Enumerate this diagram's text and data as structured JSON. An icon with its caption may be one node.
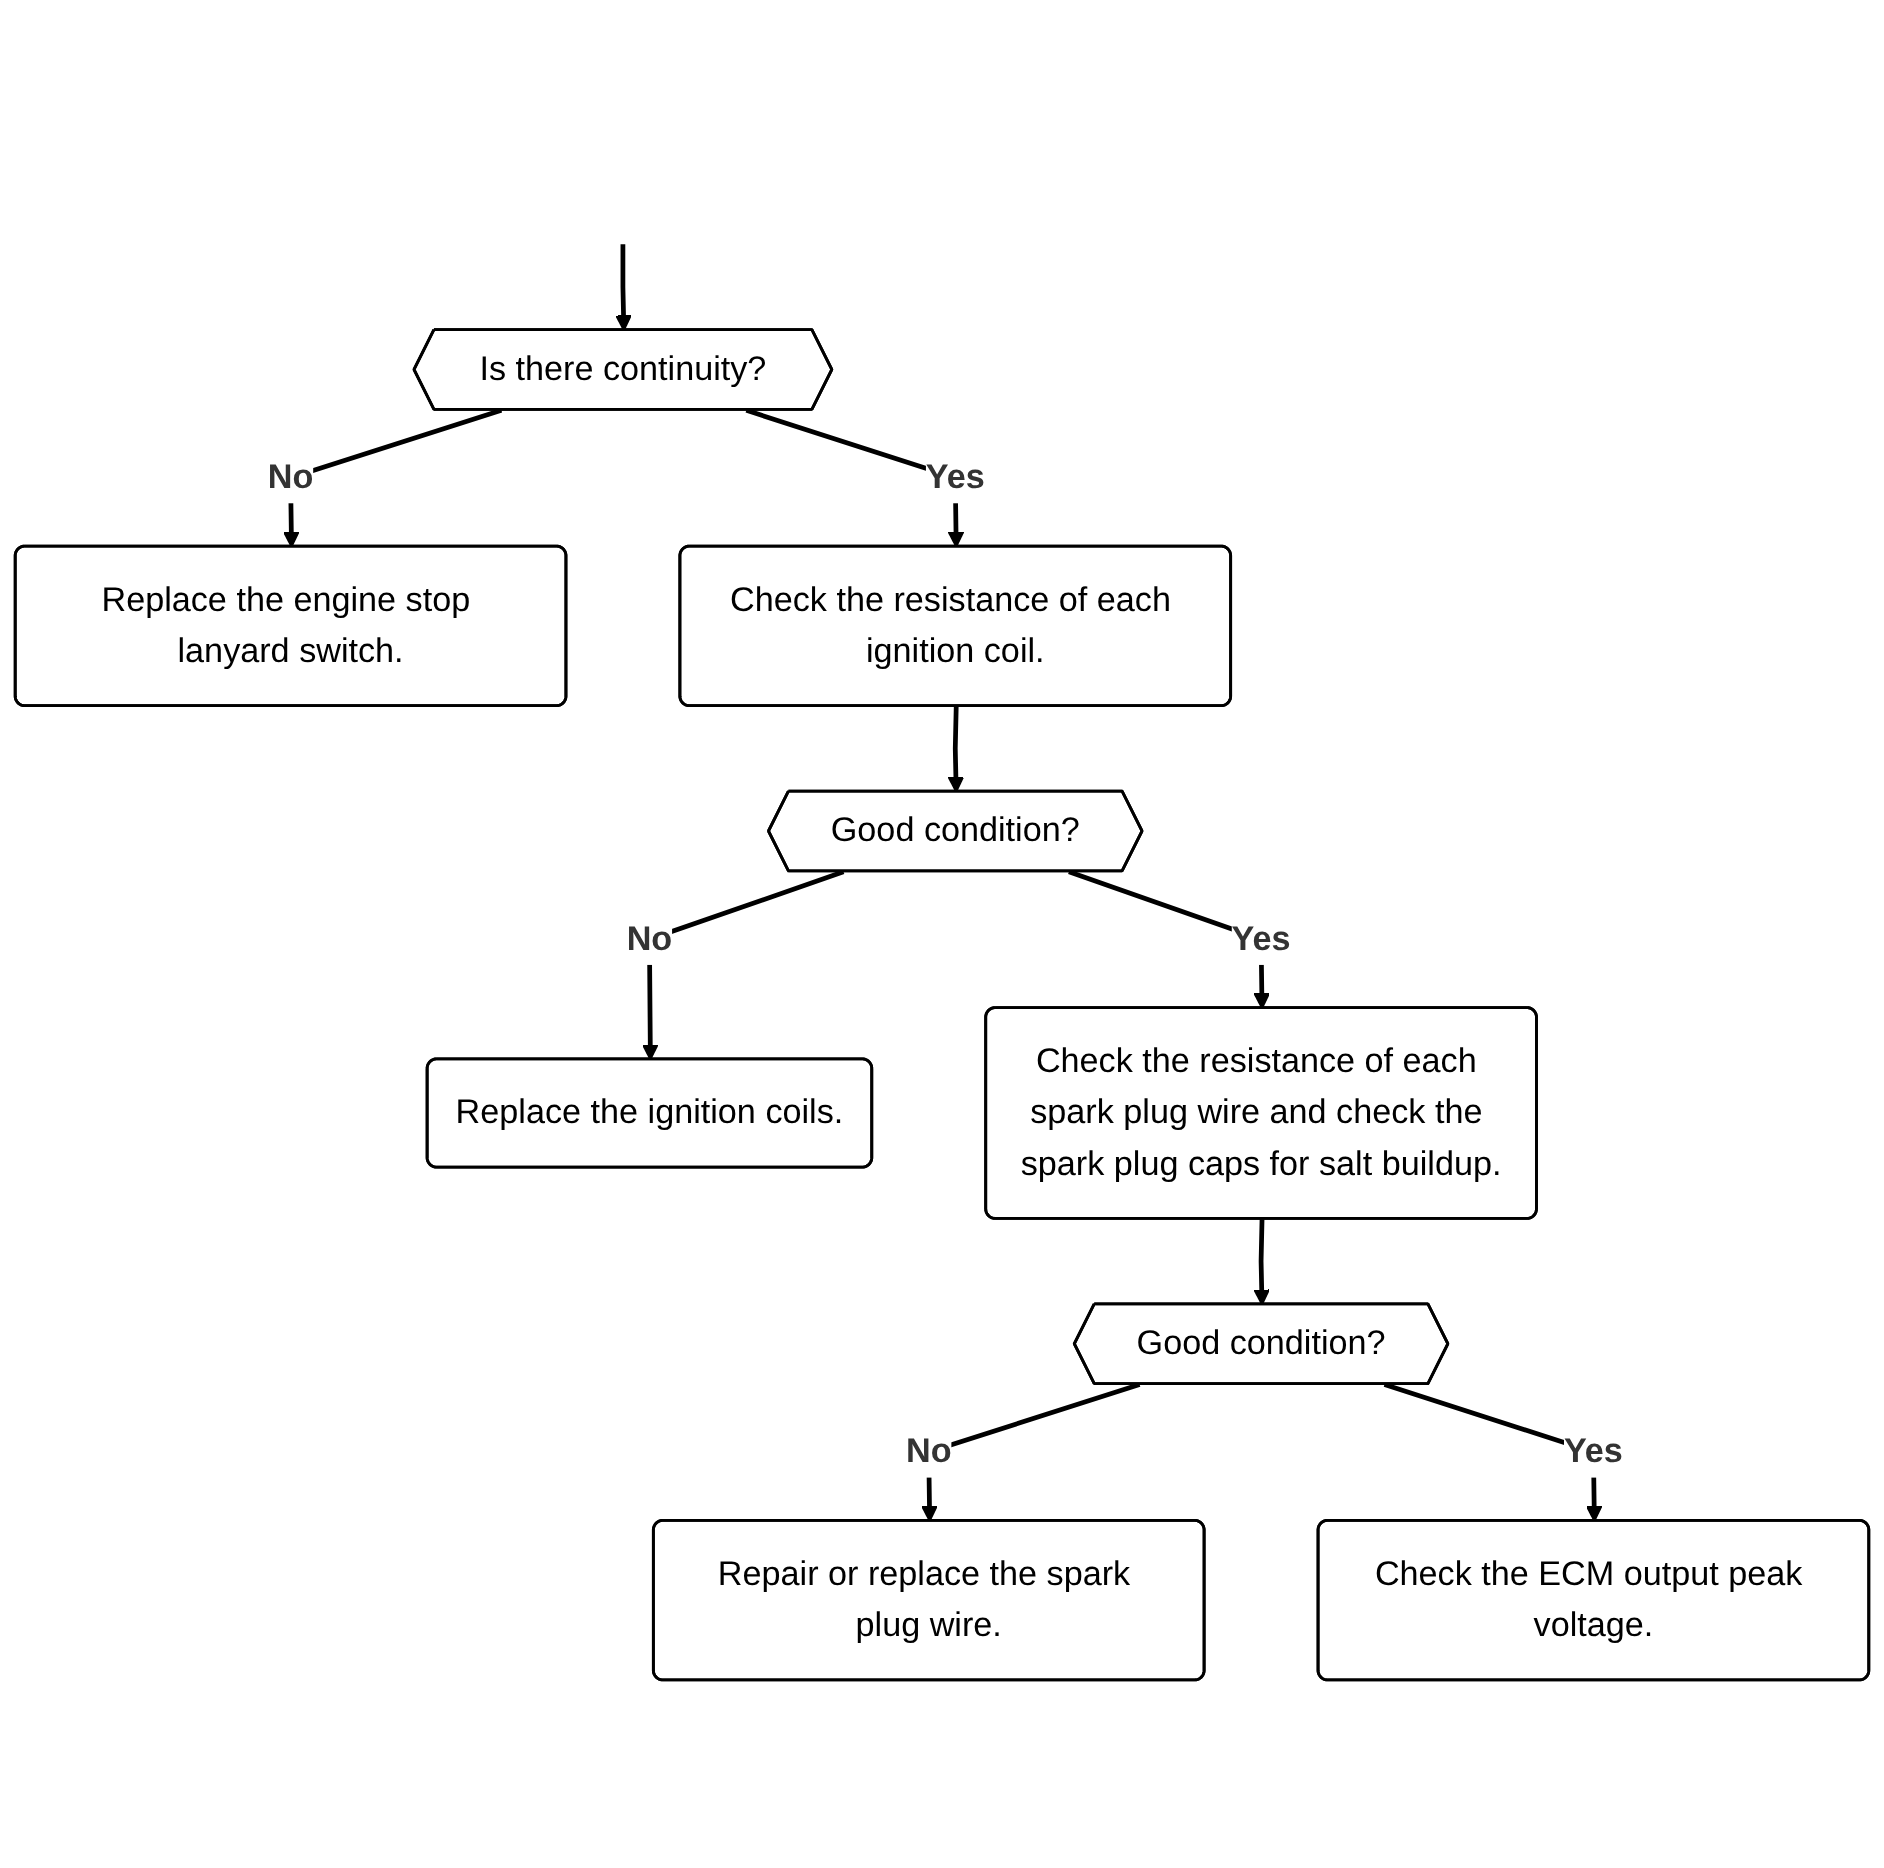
{
  "diagram": {
    "nodes": [
      {
        "text": [
          "Is there continuity?"
        ]
      },
      {
        "text": [
          "Replace the engine stop lanyard switch."
        ]
      },
      {
        "text": [
          "Check the resistance of each ignition coil."
        ]
      },
      {
        "text": [
          "Good condition?"
        ]
      },
      {
        "text": [
          "Replace the ignition coils."
        ]
      },
      {
        "text": [
          "Check the resistance of each spark plug wire and check the spark plug caps for salt buildup."
        ]
      },
      {
        "text": [
          "Good condition?"
        ]
      },
      {
        "text": [
          "Repair or replace the spark plug wire."
        ]
      },
      {
        "text": [
          "Check the ECM output peak voltage."
        ]
      }
    ],
    "edges": [
      {
        "from": null,
        "to": 0,
        "arrow": "to"
      },
      {
        "from": 0,
        "to": 1,
        "arrow": "to",
        "label": "No"
      },
      {
        "from": 0,
        "to": 2,
        "arrow": "to",
        "label": "Yes"
      },
      {
        "from": 2,
        "to": 3,
        "arrow": "to"
      },
      {
        "from": 3,
        "to": 4,
        "arrow": "to",
        "label": "No"
      },
      {
        "from": 3,
        "to": 5,
        "arrow": "to",
        "label": "Yes"
      },
      {
        "from": 5,
        "to": 6,
        "arrow": "to"
      },
      {
        "from": 6,
        "to": 7,
        "arrow": "to",
        "label": "No"
      },
      {
        "from": 6,
        "to": 8,
        "arrow": "to",
        "label": "Yes"
      }
    ]
  }
}
